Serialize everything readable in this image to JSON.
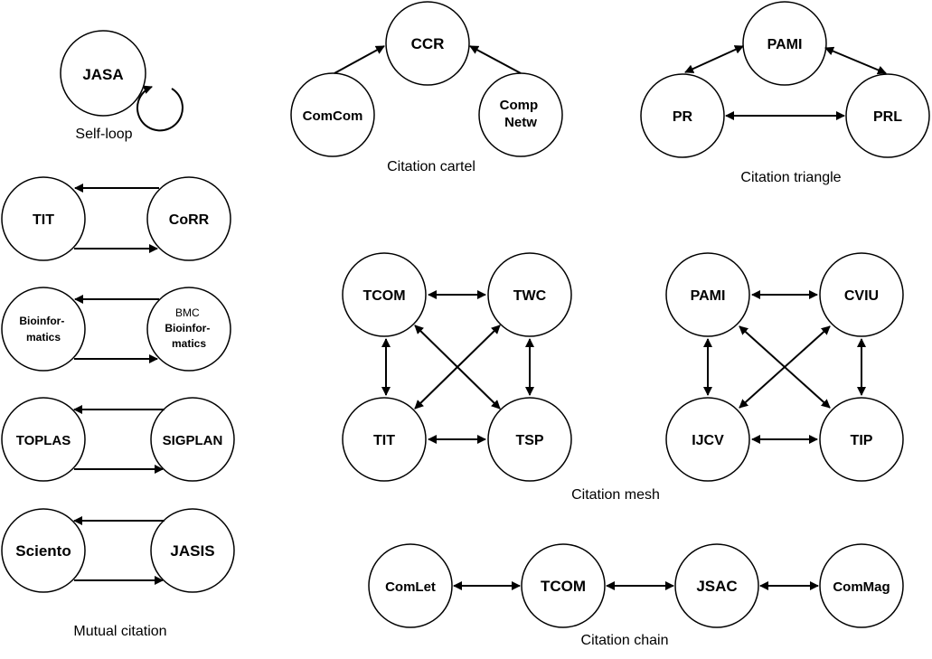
{
  "captions": {
    "self_loop": "Self-loop",
    "mutual": "Mutual citation",
    "cartel": "Citation cartel",
    "triangle": "Citation triangle",
    "mesh": "Citation mesh",
    "chain": "Citation chain"
  },
  "self_loop": {
    "node": "JASA"
  },
  "mutual_pairs": [
    {
      "left": [
        "TIT"
      ],
      "right": [
        "CoRR"
      ]
    },
    {
      "left": [
        "Bioinfor-",
        "matics"
      ],
      "right": [
        "BMC",
        "Bioinfor-",
        "matics"
      ]
    },
    {
      "left": [
        "TOPLAS"
      ],
      "right": [
        "SIGPLAN"
      ]
    },
    {
      "left": [
        "Sciento"
      ],
      "right": [
        "JASIS"
      ]
    }
  ],
  "cartel": {
    "top": [
      "CCR"
    ],
    "left": [
      "ComCom"
    ],
    "right": [
      "Comp",
      "Netw"
    ]
  },
  "triangle": {
    "top": [
      "PAMI"
    ],
    "left": [
      "PR"
    ],
    "right": [
      "PRL"
    ]
  },
  "mesh_left": {
    "tl": "TCOM",
    "tr": "TWC",
    "bl": "TIT",
    "br": "TSP"
  },
  "mesh_right": {
    "tl": "PAMI",
    "tr": "CVIU",
    "bl": "IJCV",
    "br": "TIP"
  },
  "chain": [
    "ComLet",
    "TCOM",
    "JSAC",
    "ComMag"
  ]
}
